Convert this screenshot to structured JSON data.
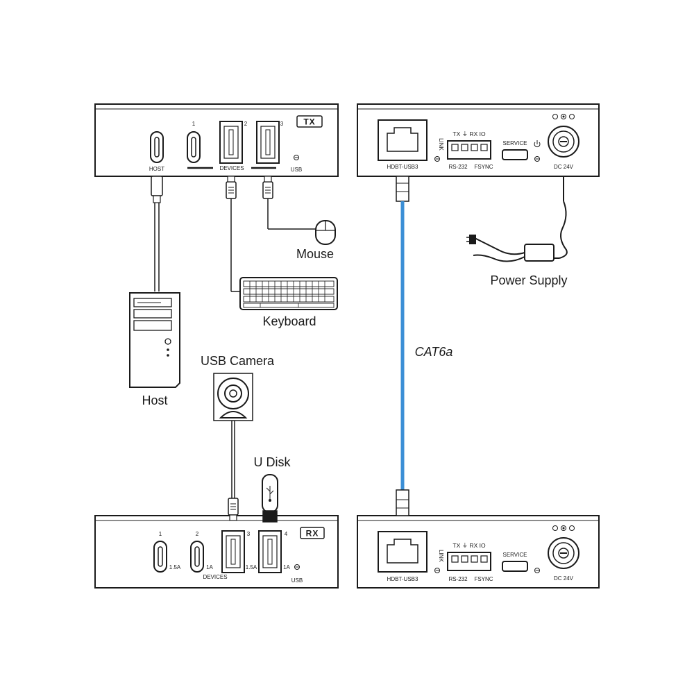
{
  "tx": {
    "badge": "TX",
    "ports": [
      "1",
      "2",
      "3"
    ],
    "host_label": "HOST",
    "devices_label": "DEVICES",
    "usb_label": "USB"
  },
  "rx": {
    "badge": "RX",
    "ports": [
      "1",
      "2",
      "3",
      "4"
    ],
    "currents": [
      "1.5A",
      "1A",
      "1.5A",
      "1A"
    ],
    "devices_label": "DEVICES",
    "usb_label": "USB"
  },
  "ext": {
    "hdbt_label": "HDBT-USB3",
    "link_label": "LINK",
    "serial_top": "TX ⏚ RX IO",
    "rs232_label": "RS-232",
    "fsync_label": "FSYNC",
    "service_label": "SERVICE",
    "dc_label": "DC 24V"
  },
  "labels": {
    "mouse": "Mouse",
    "keyboard": "Keyboard",
    "power_supply": "Power Supply",
    "host": "Host",
    "usb_camera": "USB Camera",
    "u_disk": "U Disk",
    "cable": "CAT6a"
  },
  "colors": {
    "cable": "#3b8fd6",
    "line": "#1a1a1a"
  }
}
